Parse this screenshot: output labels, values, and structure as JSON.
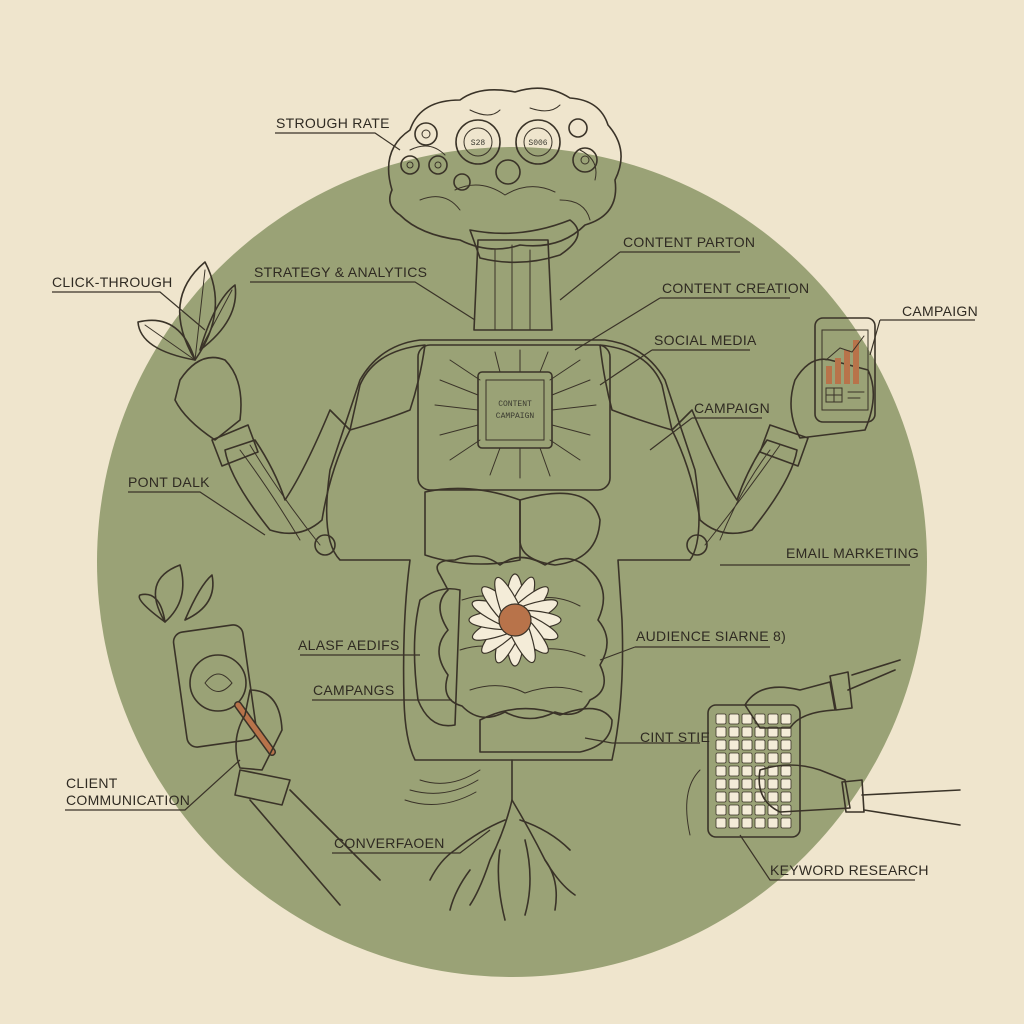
{
  "colors": {
    "background": "#efe5cd",
    "circle": "#9aa276",
    "body_green": "#b7bd93",
    "muscle": "#b8734a",
    "organ": "#c7895c",
    "skin": "#f4ecd8",
    "ink": "#3a3328"
  },
  "labels": {
    "strough_rate": "STROUGH RATE",
    "click_through": "CLICK-THROUGH",
    "strategy_analytics": "STRATEGY & ANALYTICS",
    "content_partion": "CONTENT PARTON",
    "content_creation": "CONTENT CREATION",
    "social_media": "SOCIAL MEDIA",
    "campaign_top": "CAMPAIGN",
    "campaign_mid": "CAMPAIGN",
    "pont_dalk": "PONT DALK",
    "email_marketing": "EMAIL MARKETING",
    "alasf_aedifs": "ALASF AEDIFS",
    "audience_siarne": "AUDIENCE SIARNE 8)",
    "campangs": "CAMPANGS",
    "cint_stie": "CINT STIE",
    "client_line1": "CLIENT",
    "client_line2": "COMMUNICATION",
    "converfaoen": "CONVERFAOEN",
    "keyword_research": "KEYWORD RESEARCH"
  },
  "gears": {
    "left": "S28",
    "right": "S006"
  },
  "chip": {
    "line1": "CONTENT",
    "line2": "CAMPAIGN"
  },
  "icons": [
    "brain-icon",
    "gear-icon",
    "leaf-icon",
    "phone-chart-icon",
    "magnifier-icon",
    "keyboard-icon",
    "flower-icon",
    "root-icon",
    "chip-icon"
  ]
}
